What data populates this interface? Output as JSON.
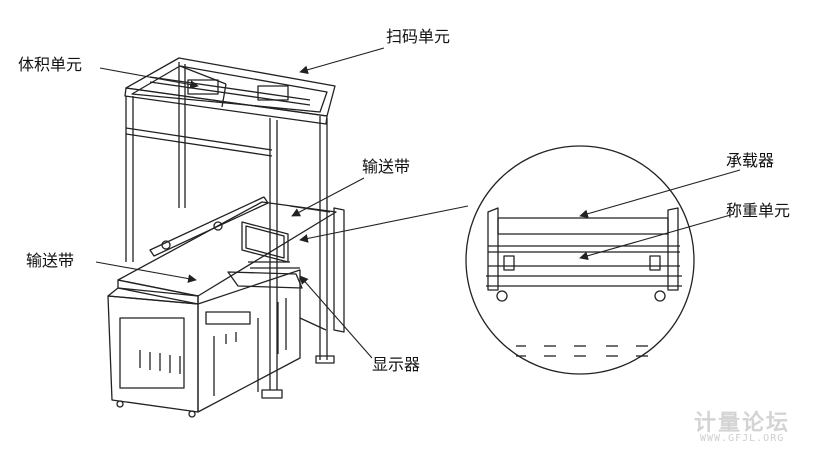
{
  "labels": {
    "scan_unit": "扫码单元",
    "volume_unit": "体积单元",
    "conveyor_top": "输送带",
    "conveyor_left": "输送带",
    "display": "显示器",
    "carrier": "承载器",
    "weighing_unit": "称重单元"
  },
  "watermark": {
    "name": "计量论坛",
    "url": "WWW.GFJL.ORG"
  }
}
